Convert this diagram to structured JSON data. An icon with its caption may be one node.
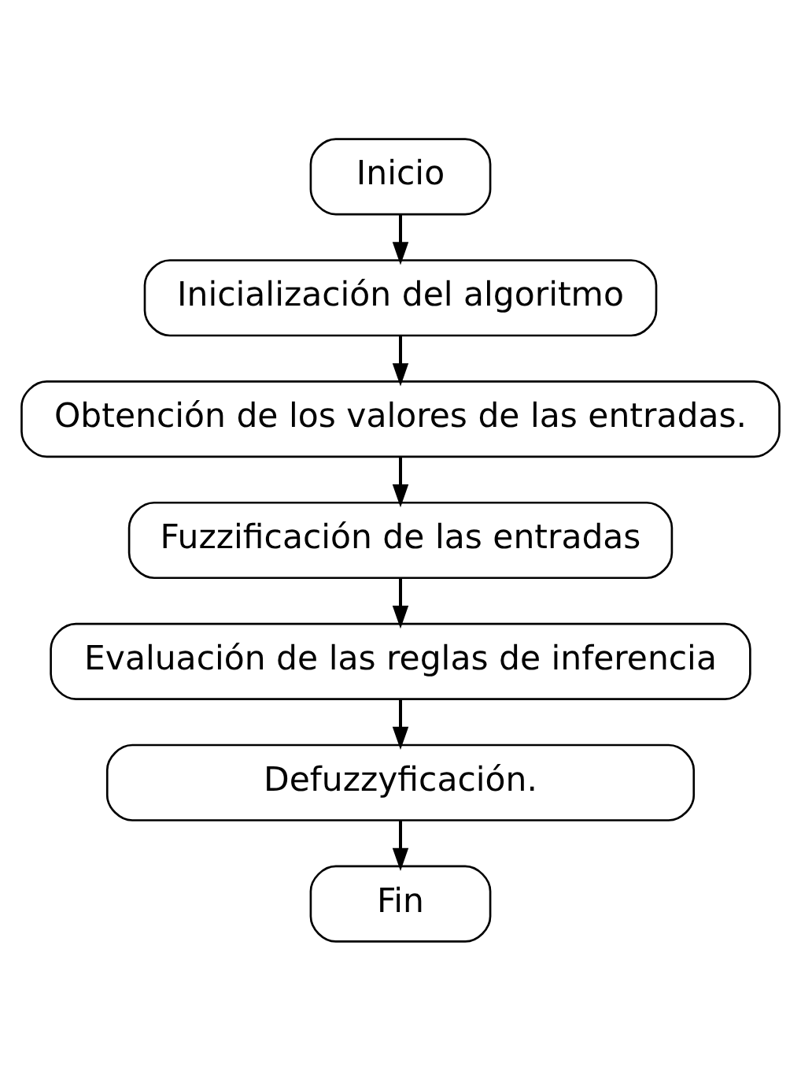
{
  "diagram": {
    "nodes": [
      {
        "text": [
          "Inicio"
        ]
      },
      {
        "text": [
          "Inicialización del algoritmo"
        ]
      },
      {
        "text": [
          "Obtención de los valores de las entradas."
        ]
      },
      {
        "text": [
          "Fuzzificación de las entradas"
        ]
      },
      {
        "text": [
          "Evaluación de las reglas de inferencia"
        ]
      },
      {
        "text": [
          "Defuzzyficación."
        ]
      },
      {
        "text": [
          "Fin"
        ]
      }
    ],
    "edges": [
      {
        "from": 0,
        "to": 1,
        "arrow": "to"
      },
      {
        "from": 1,
        "to": 2,
        "arrow": "to"
      },
      {
        "from": 2,
        "to": 3,
        "arrow": "to"
      },
      {
        "from": 3,
        "to": 4,
        "arrow": "to"
      },
      {
        "from": 4,
        "to": 5,
        "arrow": "to"
      },
      {
        "from": 5,
        "to": 6,
        "arrow": "to"
      }
    ]
  }
}
